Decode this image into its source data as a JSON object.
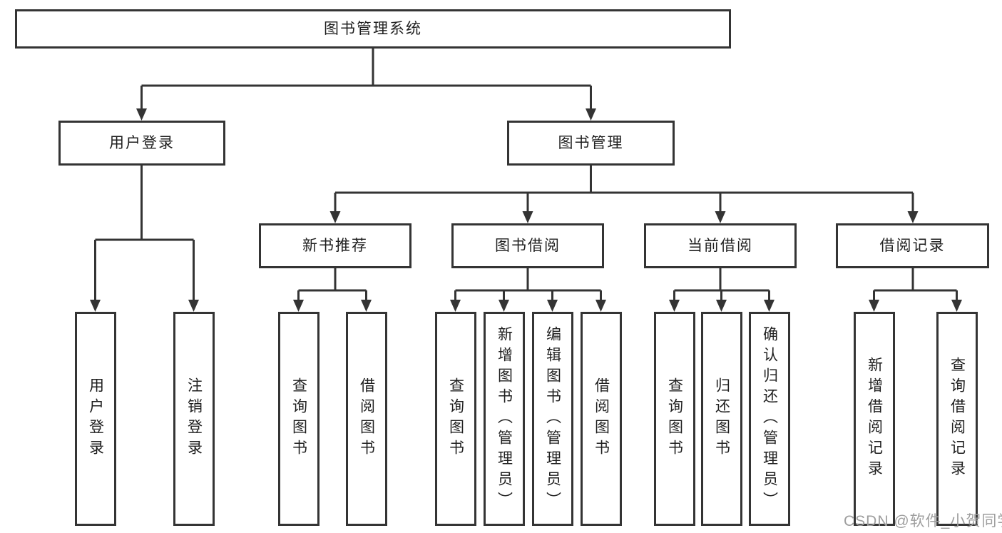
{
  "colors": {
    "line": "#343434",
    "ink": "#1f1f1f",
    "watermark": "#9e9e9e",
    "paper": "#ffffff"
  },
  "nodes": {
    "root": {
      "label": "图书管理系统"
    },
    "userLogin": {
      "label": "用户登录"
    },
    "bookMgmt": {
      "label": "图书管理"
    },
    "newBookRec": {
      "label": "新书推荐"
    },
    "bookBorrow": {
      "label": "图书借阅"
    },
    "currentBorrow": {
      "label": "当前借阅"
    },
    "borrowRecords": {
      "label": "借阅记录"
    },
    "leafUserLogin": {
      "label": "用户登录"
    },
    "leafLogout": {
      "label": "注销登录"
    },
    "nbQuery": {
      "label": "查询图书"
    },
    "nbBorrow": {
      "label": "借阅图书"
    },
    "bbQuery": {
      "label": "查询图书"
    },
    "bbAdd": {
      "label": "新增图书（管理员）"
    },
    "bbEdit": {
      "label": "编辑图书（管理员）"
    },
    "bbBorrow": {
      "label": "借阅图书"
    },
    "cbQuery": {
      "label": "查询图书"
    },
    "cbReturn": {
      "label": "归还图书"
    },
    "cbConfirm": {
      "label": "确认归还（管理员）"
    },
    "brAdd": {
      "label": "新增借阅记录"
    },
    "brQuery": {
      "label": "查询借阅记录"
    }
  },
  "watermark": {
    "text": "CSDN @软件_小贺同学"
  }
}
